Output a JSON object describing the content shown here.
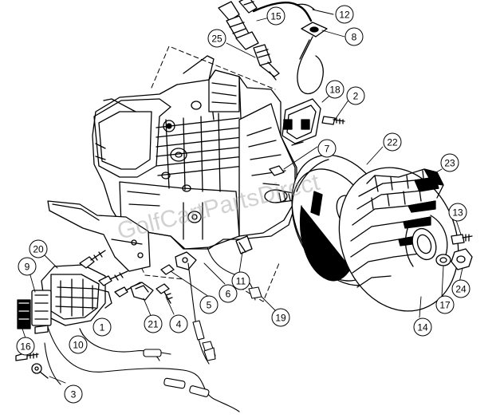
{
  "watermark": "GolfCartPartsDirect",
  "callouts": [
    {
      "id": "c1",
      "label": "1"
    },
    {
      "id": "c2",
      "label": "2"
    },
    {
      "id": "c3",
      "label": "3"
    },
    {
      "id": "c4",
      "label": "4"
    },
    {
      "id": "c5",
      "label": "5"
    },
    {
      "id": "c6",
      "label": "6"
    },
    {
      "id": "c7",
      "label": "7"
    },
    {
      "id": "c8",
      "label": "8"
    },
    {
      "id": "c9",
      "label": "9"
    },
    {
      "id": "c10",
      "label": "10"
    },
    {
      "id": "c11",
      "label": "11"
    },
    {
      "id": "c12",
      "label": "12"
    },
    {
      "id": "c13",
      "label": "13"
    },
    {
      "id": "c14",
      "label": "14"
    },
    {
      "id": "c15",
      "label": "15"
    },
    {
      "id": "c16",
      "label": "16"
    },
    {
      "id": "c17",
      "label": "17"
    },
    {
      "id": "c18",
      "label": "18"
    },
    {
      "id": "c19",
      "label": "19"
    },
    {
      "id": "c20",
      "label": "20"
    },
    {
      "id": "c21",
      "label": "21"
    },
    {
      "id": "c22",
      "label": "22"
    },
    {
      "id": "c23",
      "label": "23"
    },
    {
      "id": "c24",
      "label": "24"
    },
    {
      "id": "c25",
      "label": "25"
    }
  ]
}
